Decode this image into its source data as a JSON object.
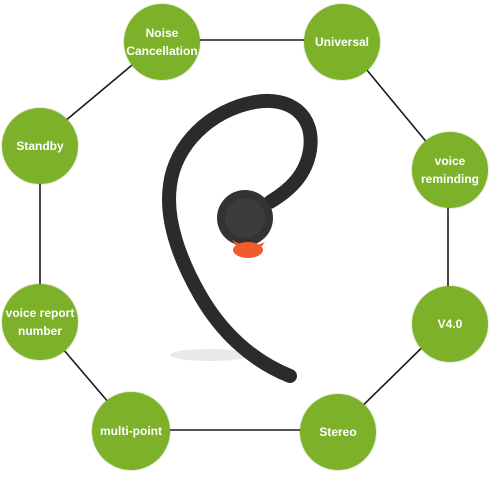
{
  "features": [
    {
      "id": "noise-cancellation",
      "label": "Noise\nCancellation"
    },
    {
      "id": "universal",
      "label": "Universal"
    },
    {
      "id": "voice-reminding",
      "label": "voice\nreminding"
    },
    {
      "id": "v40",
      "label": "V4.0"
    },
    {
      "id": "stereo",
      "label": "Stereo"
    },
    {
      "id": "multi-point",
      "label": "multi-point"
    },
    {
      "id": "voice-report-number",
      "label": "voice report\nnumber"
    },
    {
      "id": "standby",
      "label": "Standby"
    }
  ],
  "colors": {
    "badge": "#7cb129",
    "line": "#1a1a1a",
    "earpiece": "#2b2b2b",
    "tip": "#f0502a"
  }
}
